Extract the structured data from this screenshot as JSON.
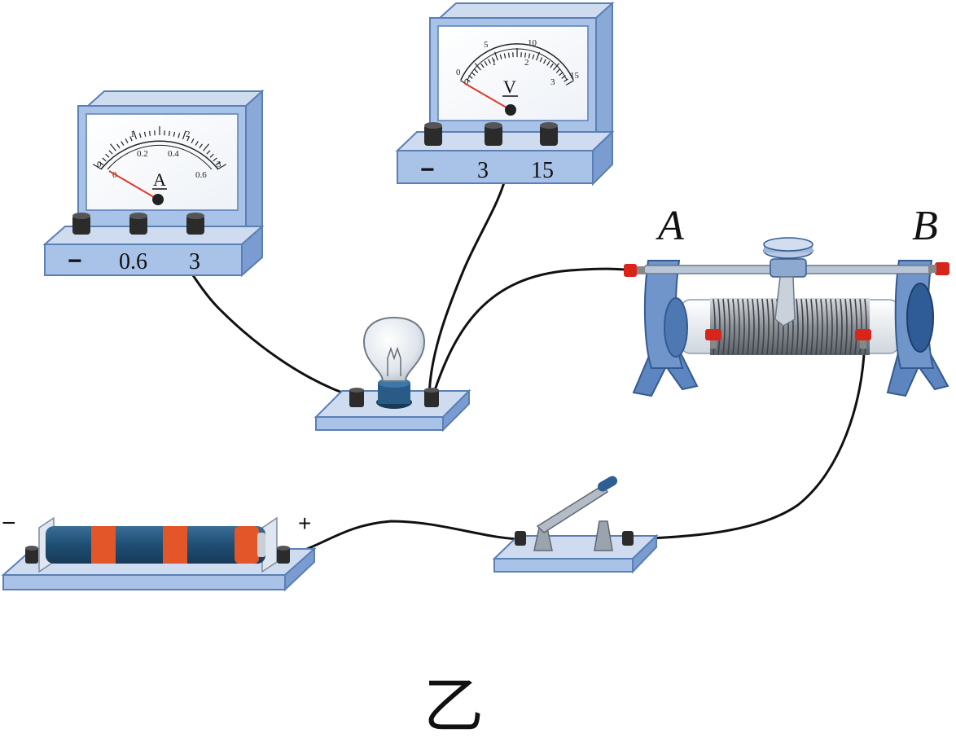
{
  "ammeter": {
    "symbol": "A",
    "scale_outer": [
      "0",
      "1",
      "2",
      "3"
    ],
    "scale_inner": [
      "0",
      "0.2",
      "0.4",
      "0.6"
    ],
    "terminals": [
      "−",
      "0.6",
      "3"
    ]
  },
  "voltmeter": {
    "symbol": "V",
    "scale_outer": [
      "0",
      "5",
      "10",
      "15"
    ],
    "scale_inner": [
      "0",
      "1",
      "2",
      "3"
    ],
    "terminals": [
      "−",
      "3",
      "15"
    ]
  },
  "rheostat": {
    "end_a": "A",
    "end_b": "B"
  },
  "battery": {
    "neg": "−",
    "pos": "+"
  },
  "caption": "乙",
  "colors": {
    "meter_case": "#a9c3e8",
    "meter_front": "#7fa3d6",
    "terminal_cap": "#2b2b2b",
    "terminal_red": "#d8251b",
    "battery_body": "#1f4e74",
    "battery_band": "#e2562a",
    "needle": "#e03a2a"
  }
}
